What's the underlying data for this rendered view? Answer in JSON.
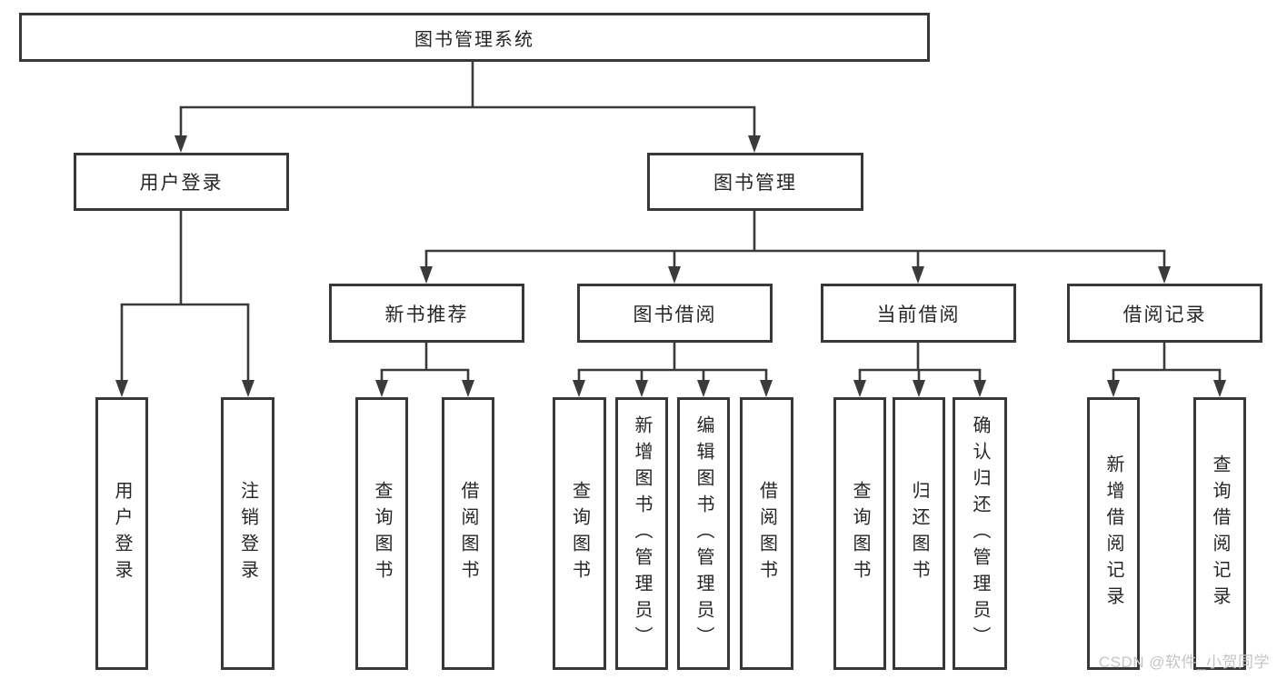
{
  "tree": {
    "root": "图书管理系统",
    "branches": [
      {
        "label": "用户登录",
        "leaves": [
          "用户登录",
          "注销登录"
        ]
      },
      {
        "label": "图书管理",
        "children": [
          {
            "label": "新书推荐",
            "leaves": [
              "查询图书",
              "借阅图书"
            ]
          },
          {
            "label": "图书借阅",
            "leaves": [
              "查询图书",
              "新增图书（管理员）",
              "编辑图书（管理员）",
              "借阅图书"
            ]
          },
          {
            "label": "当前借阅",
            "leaves": [
              "查询图书",
              "归还图书",
              "确认归还（管理员）"
            ]
          },
          {
            "label": "借阅记录",
            "leaves": [
              "新增借阅记录",
              "查询借阅记录"
            ]
          }
        ]
      }
    ]
  },
  "watermark": "CSDN @软件_小贺同学",
  "colors": {
    "line": "#3a3a3a",
    "box_border": "#383838",
    "text": "#262626",
    "watermark": "#c5c5c5",
    "background": "#ffffff"
  }
}
